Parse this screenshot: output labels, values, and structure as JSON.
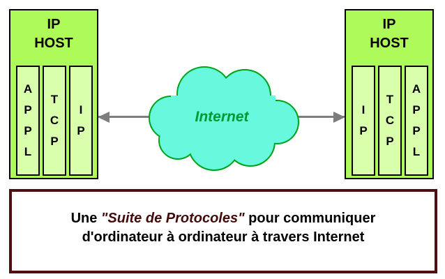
{
  "left_host": {
    "title": "IP\nHOST",
    "layers": [
      "A\nP\nP\nL",
      "T\nC\nP",
      "I\nP"
    ]
  },
  "right_host": {
    "title": "IP\nHOST",
    "layers": [
      "I\nP",
      "T\nC\nP",
      "A\nP\nP\nL"
    ]
  },
  "cloud": {
    "label": "Internet"
  },
  "caption": {
    "line1_prefix": "Une ",
    "line1_highlight": "\"Suite de Protocoles\"",
    "line1_suffix": " pour communiquer",
    "line2": "d'ordinateur à ordinateur à travers Internet"
  },
  "colors": {
    "host_fill": "#adfa58",
    "layer_fill": "#d9ffad",
    "cloud_fill": "#68f8de",
    "cloud_outline": "#00a41c",
    "internet_text": "#009933",
    "arrow_gray": "#7d7d7d",
    "caption_border": "#4d0f0f",
    "caption_highlight_text": "#420a0a"
  }
}
